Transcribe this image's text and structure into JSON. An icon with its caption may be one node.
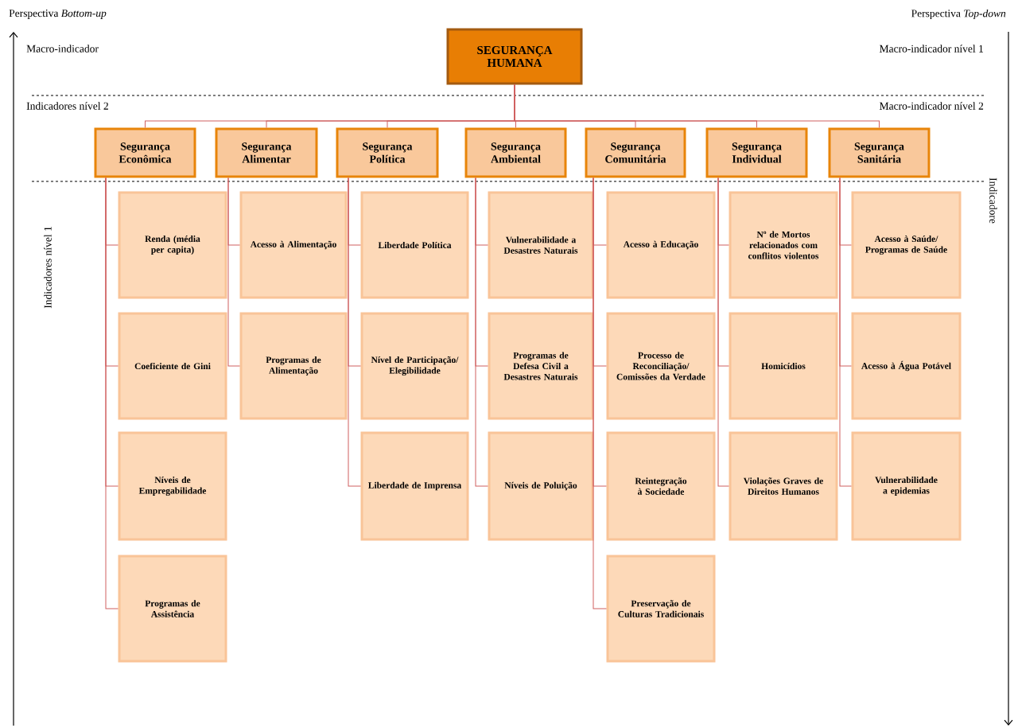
{
  "diagram": {
    "nodes": [
      {
        "text": [
          "SEGURANÇA HUMANA"
        ]
      },
      {
        "text": [
          "Segurança Econômica"
        ]
      },
      {
        "text": [
          "Segurança Alimentar"
        ]
      },
      {
        "text": [
          "Segurança Política"
        ]
      },
      {
        "text": [
          "Segurança Ambiental"
        ]
      },
      {
        "text": [
          "Segurança Comunitária"
        ]
      },
      {
        "text": [
          "Segurança Individual"
        ]
      },
      {
        "text": [
          "Segurança Sanitária"
        ]
      },
      {
        "text": [
          "Renda (média per capita)"
        ]
      },
      {
        "text": [
          "Coeficiente de Gini"
        ]
      },
      {
        "text": [
          "Níveis de Empregabilidade"
        ]
      },
      {
        "text": [
          "Programas de Assistência"
        ]
      },
      {
        "text": [
          "Acesso à Alimentação"
        ]
      },
      {
        "text": [
          "Programas de Alimentação"
        ]
      },
      {
        "text": [
          "Liberdade Política"
        ]
      },
      {
        "text": [
          "Nível de Participação/ Elegibilidade"
        ]
      },
      {
        "text": [
          "Liberdade de Imprensa"
        ]
      },
      {
        "text": [
          "Vulnerabilidade a Desastres Naturais"
        ]
      },
      {
        "text": [
          "Programas de Defesa Civil a Desastres Naturais"
        ]
      },
      {
        "text": [
          "Níveis de Poluição"
        ]
      },
      {
        "text": [
          "Acesso à Educação"
        ]
      },
      {
        "text": [
          "Processo de Reconciliação/ Comissões da Verdade"
        ]
      },
      {
        "text": [
          "Reintegração à Sociedade"
        ]
      },
      {
        "text": [
          "Preservação de Culturas Tradicionais"
        ]
      },
      {
        "text": [
          "Nº de Mortos relacionados com conflitos violentos"
        ]
      },
      {
        "text": [
          "Homicídios"
        ]
      },
      {
        "text": [
          "Violações Graves de Direitos Humanos"
        ]
      },
      {
        "text": [
          "Acesso à Saúde/ Programas de Saúde"
        ]
      },
      {
        "text": [
          "Acesso à Água Potável"
        ]
      },
      {
        "text": [
          "Vulnerabilidade a epidemias"
        ]
      }
    ],
    "edges": [
      {
        "from": 0,
        "to": 1,
        "arrow": "none"
      },
      {
        "from": 0,
        "to": 2,
        "arrow": "none"
      },
      {
        "from": 0,
        "to": 3,
        "arrow": "none"
      },
      {
        "from": 0,
        "to": 4,
        "arrow": "none"
      },
      {
        "from": 0,
        "to": 5,
        "arrow": "none"
      },
      {
        "from": 0,
        "to": 6,
        "arrow": "none"
      },
      {
        "from": 0,
        "to": 7,
        "arrow": "none"
      },
      {
        "from": 1,
        "to": 8,
        "arrow": "none"
      },
      {
        "from": 1,
        "to": 9,
        "arrow": "none"
      },
      {
        "from": 1,
        "to": 10,
        "arrow": "none"
      },
      {
        "from": 1,
        "to": 11,
        "arrow": "none"
      },
      {
        "from": 2,
        "to": 12,
        "arrow": "none"
      },
      {
        "from": 2,
        "to": 13,
        "arrow": "none"
      },
      {
        "from": 3,
        "to": 14,
        "arrow": "none"
      },
      {
        "from": 3,
        "to": 15,
        "arrow": "none"
      },
      {
        "from": 3,
        "to": 16,
        "arrow": "none"
      },
      {
        "from": 4,
        "to": 17,
        "arrow": "none"
      },
      {
        "from": 4,
        "to": 18,
        "arrow": "none"
      },
      {
        "from": 4,
        "to": 19,
        "arrow": "none"
      },
      {
        "from": 5,
        "to": 20,
        "arrow": "none"
      },
      {
        "from": 5,
        "to": 21,
        "arrow": "none"
      },
      {
        "from": 5,
        "to": 22,
        "arrow": "none"
      },
      {
        "from": 5,
        "to": 23,
        "arrow": "none"
      },
      {
        "from": 6,
        "to": 24,
        "arrow": "none"
      },
      {
        "from": 6,
        "to": 25,
        "arrow": "none"
      },
      {
        "from": 6,
        "to": 26,
        "arrow": "none"
      },
      {
        "from": 7,
        "to": 27,
        "arrow": "none"
      },
      {
        "from": 7,
        "to": 28,
        "arrow": "none"
      },
      {
        "from": 7,
        "to": 29,
        "arrow": "none"
      }
    ],
    "labels": [
      "Perspectiva *Bottom-up*",
      "Perspectiva *Top-down*",
      "Macro-indicador",
      "Macro-indicador nível 1",
      "Indicadores nível 2",
      "Macro-indicador nível 2",
      "Indicadores nível 1",
      "Indicadore"
    ]
  }
}
